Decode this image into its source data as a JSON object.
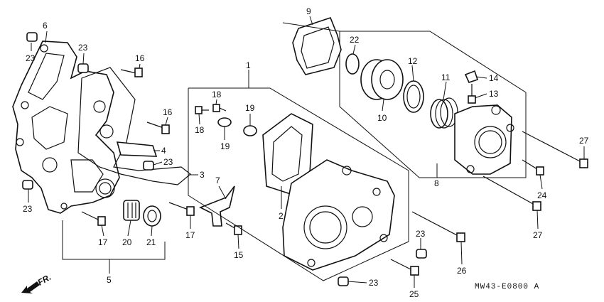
{
  "callouts": [
    {
      "id": "c6",
      "text": "6"
    },
    {
      "id": "c23a",
      "text": "23"
    },
    {
      "id": "c23b",
      "text": "23"
    },
    {
      "id": "c16a",
      "text": "16"
    },
    {
      "id": "c16b",
      "text": "16"
    },
    {
      "id": "c4",
      "text": "4"
    },
    {
      "id": "c23c",
      "text": "23"
    },
    {
      "id": "c3",
      "text": "3"
    },
    {
      "id": "c23d",
      "text": "23"
    },
    {
      "id": "c7",
      "text": "7"
    },
    {
      "id": "c17a",
      "text": "17"
    },
    {
      "id": "c20",
      "text": "20"
    },
    {
      "id": "c21",
      "text": "21"
    },
    {
      "id": "c17b",
      "text": "17"
    },
    {
      "id": "c15",
      "text": "15"
    },
    {
      "id": "c5",
      "text": "5"
    },
    {
      "id": "c18a",
      "text": "18"
    },
    {
      "id": "c18b",
      "text": "18"
    },
    {
      "id": "c19a",
      "text": "19"
    },
    {
      "id": "c19b",
      "text": "19"
    },
    {
      "id": "c1",
      "text": "1"
    },
    {
      "id": "c2",
      "text": "2"
    },
    {
      "id": "c9",
      "text": "9"
    },
    {
      "id": "c22",
      "text": "22"
    },
    {
      "id": "c12",
      "text": "12"
    },
    {
      "id": "c10",
      "text": "10"
    },
    {
      "id": "c11",
      "text": "11"
    },
    {
      "id": "c14",
      "text": "14"
    },
    {
      "id": "c13",
      "text": "13"
    },
    {
      "id": "c27a",
      "text": "27"
    },
    {
      "id": "c24",
      "text": "24"
    },
    {
      "id": "c8",
      "text": "8"
    },
    {
      "id": "c27b",
      "text": "27"
    },
    {
      "id": "c23e",
      "text": "23"
    },
    {
      "id": "c26",
      "text": "26"
    },
    {
      "id": "c23f",
      "text": "23"
    },
    {
      "id": "c25",
      "text": "25"
    }
  ],
  "direction_label": "FR.",
  "diagram_code": "MW43-E0800 A"
}
